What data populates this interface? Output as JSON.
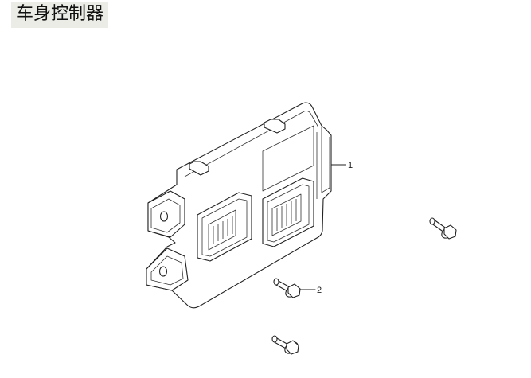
{
  "header": {
    "title": "车身控制器"
  },
  "callouts": [
    {
      "label": "1",
      "part": "body-control-module"
    },
    {
      "label": "2",
      "part": "bolt"
    }
  ]
}
